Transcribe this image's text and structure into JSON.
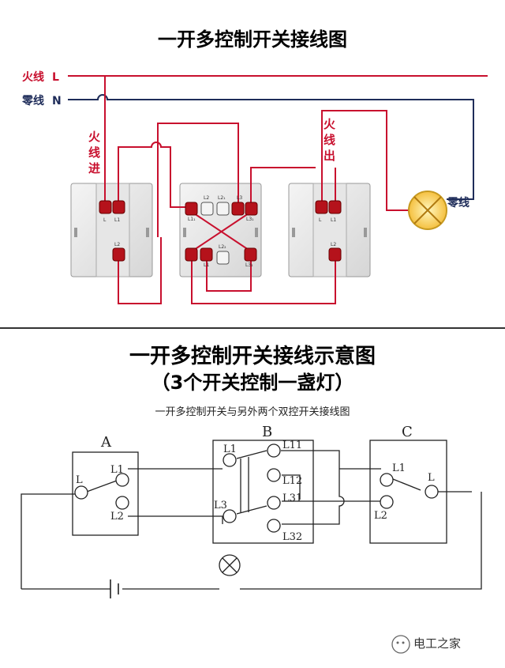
{
  "top": {
    "title": "一开多控制开关接线图",
    "live_label": "火线",
    "live_letter": "L",
    "neutral_label": "零线",
    "neutral_letter": "N",
    "live_in_chars": [
      "火",
      "线",
      "进"
    ],
    "live_out_chars": [
      "火",
      "线",
      "出"
    ],
    "lamp_neutral_label": "零线",
    "switch_terminals": {
      "left": [
        "L",
        "L1",
        "L2"
      ],
      "middle": [
        "L2",
        "L2₁",
        "L3",
        "L1₁",
        "L3₁",
        "L1",
        "L2₂",
        "L3₂"
      ],
      "right": [
        "L",
        "L1",
        "L2"
      ]
    }
  },
  "bottom": {
    "title_line1": "一开多控制开关接线示意图",
    "title_line2": "（3个开关控制一盏灯）",
    "subtitle": "一开多控制开关与另外两个双控开关接线图",
    "switch_a": {
      "name": "A",
      "L": "L",
      "L1": "L1",
      "L2": "L2"
    },
    "switch_b": {
      "name": "B",
      "L1": "L1",
      "L11": "L11",
      "L12": "L12",
      "L3": "L3",
      "L31": "L31",
      "L32": "L32"
    },
    "switch_c": {
      "name": "C",
      "L": "L",
      "L1": "L1",
      "L2": "L2"
    }
  },
  "watermark": "电工之家",
  "colors": {
    "live": "#c8102e",
    "neutral": "#1f2d5a",
    "terminal": "#b5121b",
    "line": "#222222"
  }
}
